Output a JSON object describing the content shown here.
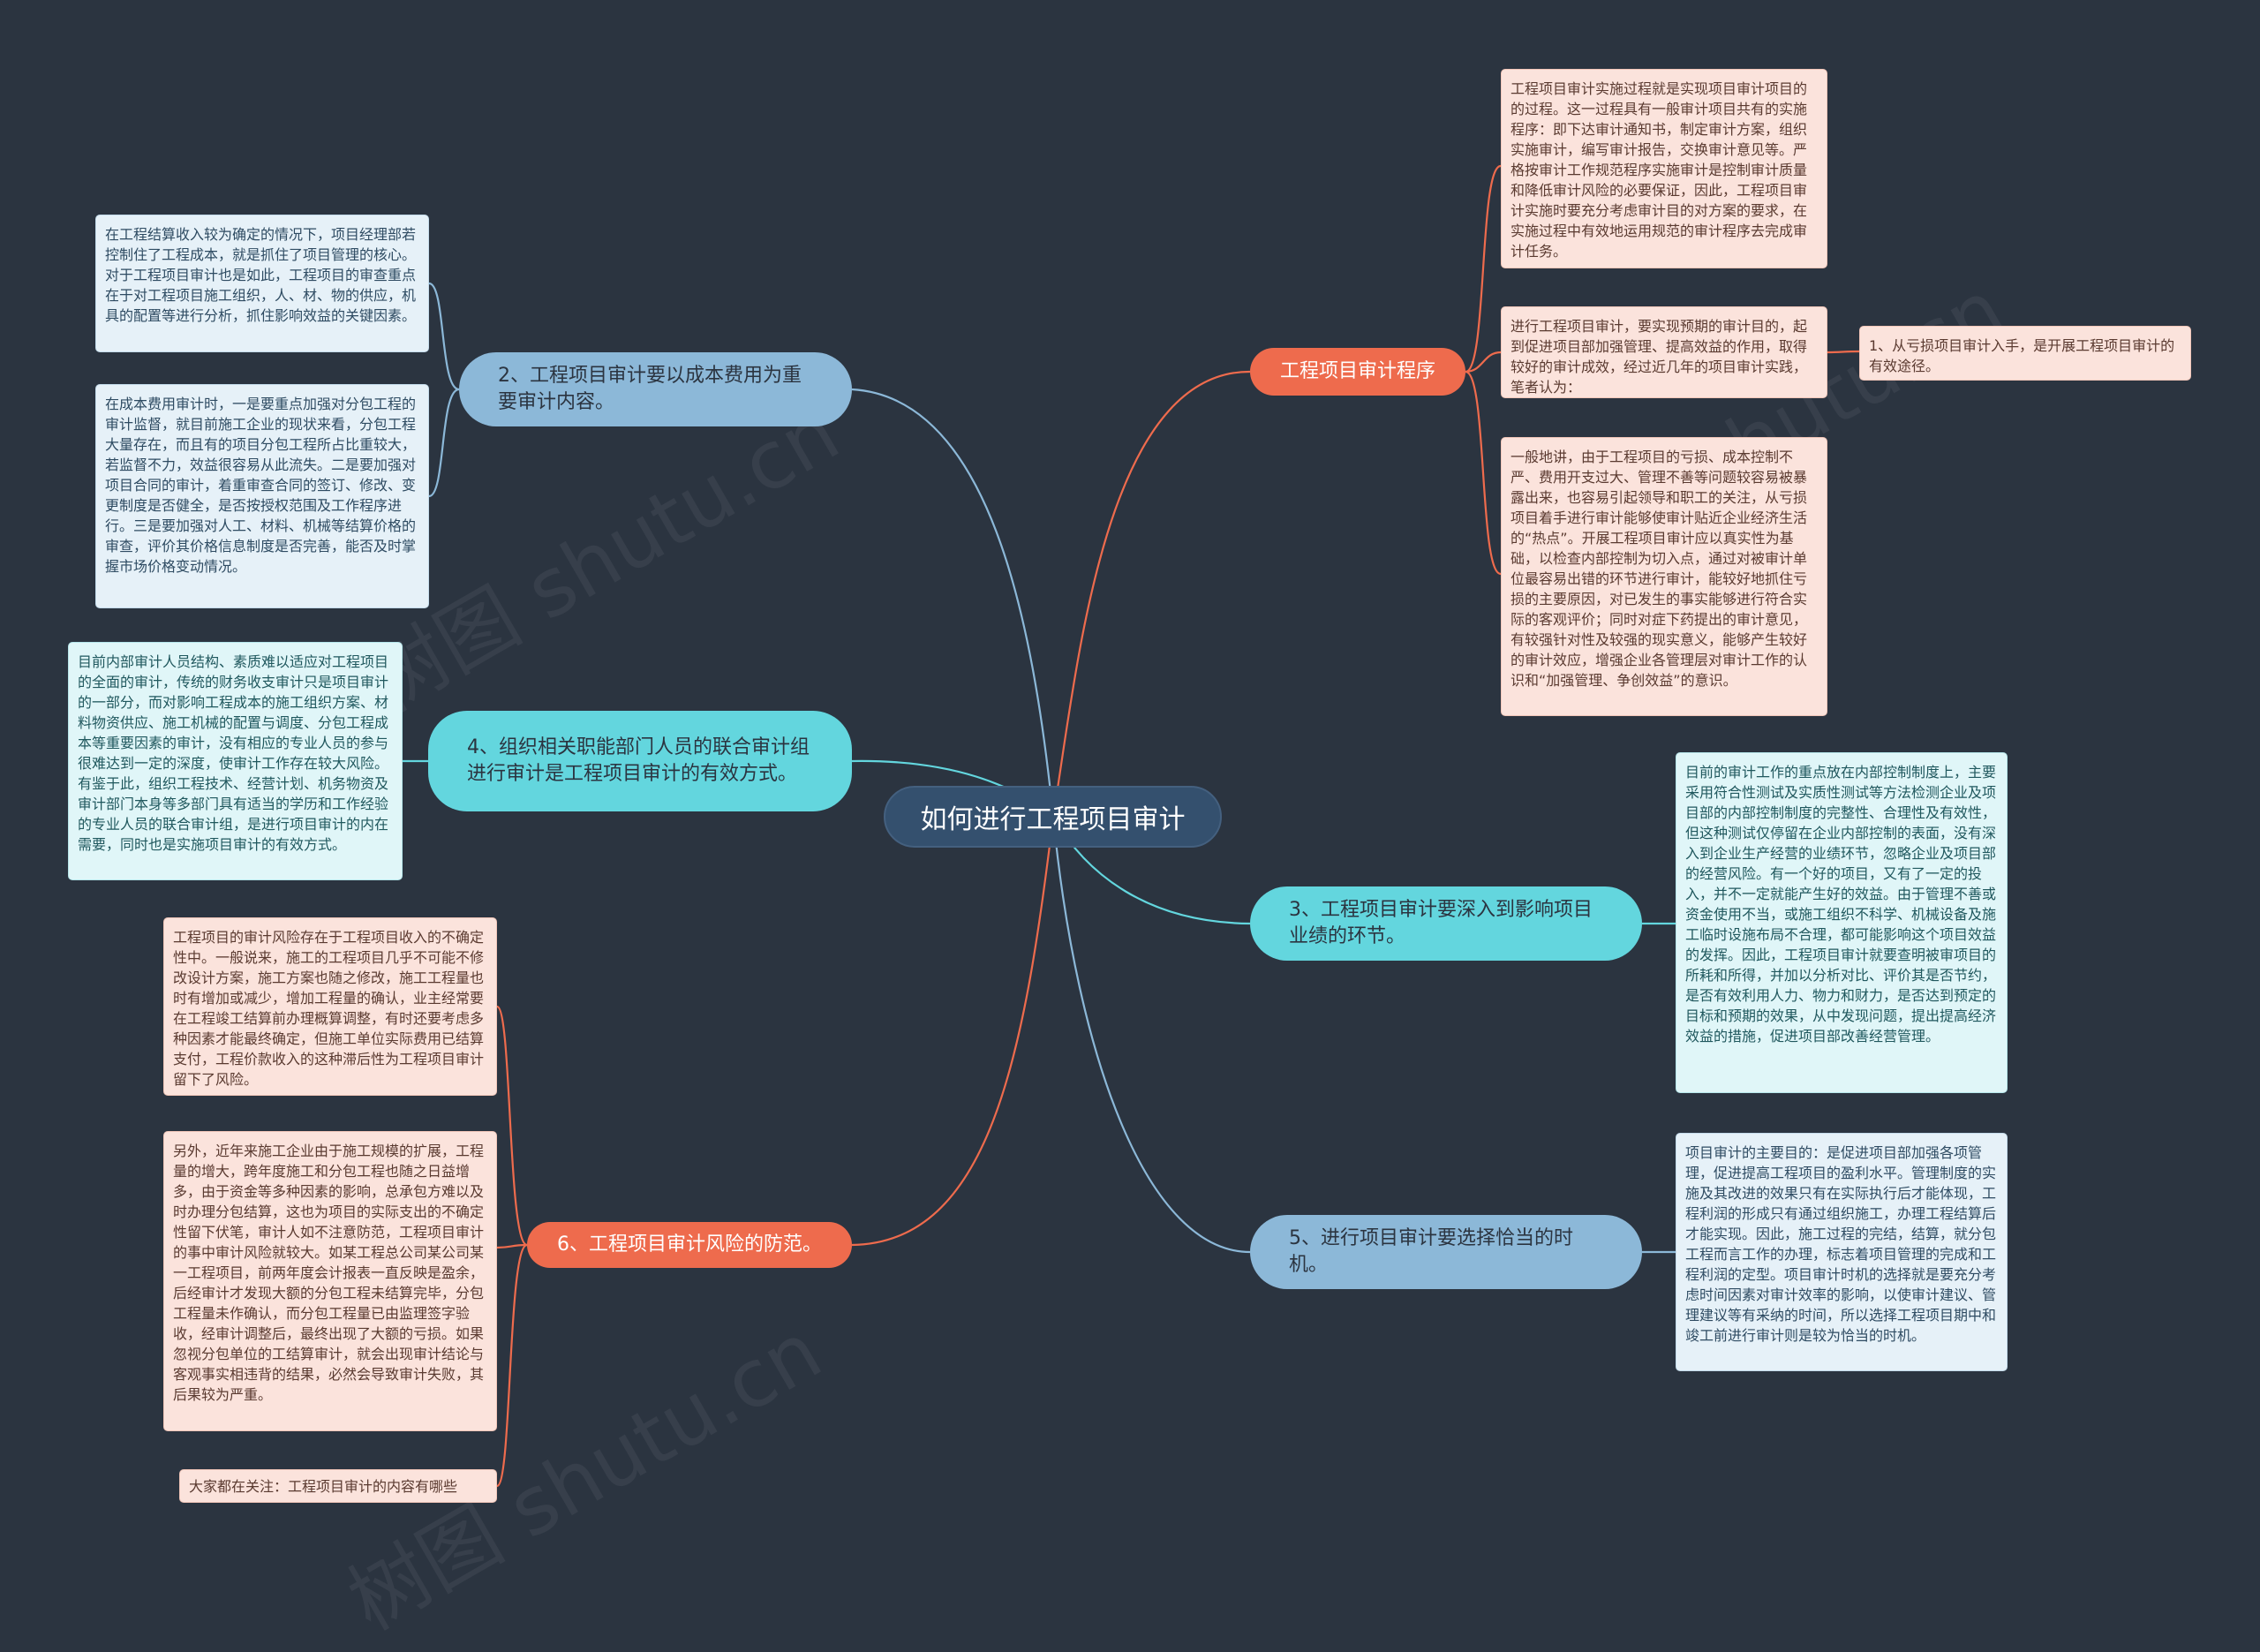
{
  "center": {
    "label": "如何进行工程项目审计"
  },
  "colors": {
    "background": "#2b3440",
    "center": "#34506e",
    "red": "#ee6b4d",
    "blue": "#8cb8d8",
    "cyan": "#63d6de"
  },
  "branches": {
    "b1": {
      "label": "工程项目审计程序"
    },
    "b2": {
      "label": "2、工程项目审计要以成本费用为重要审计内容。"
    },
    "b3": {
      "label": "3、工程项目审计要深入到影响项目业绩的环节。"
    },
    "b4": {
      "label": "4、组织相关职能部门人员的联合审计组进行审计是工程项目审计的有效方式。"
    },
    "b5": {
      "label": "5、进行项目审计要选择恰当的时机。"
    },
    "b6": {
      "label": "6、工程项目审计风险的防范。"
    }
  },
  "leaves": {
    "b1a": "工程项目审计实施过程就是实现项目审计项目的的过程。这一过程具有一般审计项目共有的实施程序：即下达审计通知书，制定审计方案，组织实施审计，编写审计报告，交换审计意见等。严格按审计工作规范程序实施审计是控制审计质量和降低审计风险的必要保证，因此，工程项目审计实施时要充分考虑审计目的对方案的要求，在实施过程中有效地运用规范的审计程序去完成审计任务。",
    "b1b": "进行工程项目审计，要实现预期的审计目的，起到促进项目部加强管理、提高效益的作用，取得较好的审计成效，经过近几年的项目审计实践，笔者认为：",
    "b1b1": "1、从亏损项目审计入手，是开展工程项目审计的有效途径。",
    "b1c": "一般地讲，由于工程项目的亏损、成本控制不严、费用开支过大、管理不善等问题较容易被暴露出来，也容易引起领导和职工的关注，从亏损项目着手进行审计能够使审计贴近企业经济生活的“热点”。开展工程项目审计应以真实性为基础，以检查内部控制为切入点，通过对被审计单位最容易出错的环节进行审计，能较好地抓住亏损的主要原因，对已发生的事实能够进行符合实际的客观评价；同时对症下药提出的审计意见，有较强针对性及较强的现实意义，能够产生较好的审计效应，增强企业各管理层对审计工作的认识和“加强管理、争创效益”的意识。",
    "b2a": "在工程结算收入较为确定的情况下，项目经理部若控制住了工程成本，就是抓住了项目管理的核心。对于工程项目审计也是如此，工程项目的审查重点在于对工程项目施工组织，人、材、物的供应，机具的配置等进行分析，抓住影响效益的关键因素。",
    "b2b": "在成本费用审计时，一是要重点加强对分包工程的审计监督，就目前施工企业的现状来看，分包工程大量存在，而且有的项目分包工程所占比重较大，若监督不力，效益很容易从此流失。二是要加强对项目合同的审计，着重审查合同的签订、修改、变更制度是否健全，是否按授权范围及工作程序进行。三是要加强对人工、材料、机械等结算价格的审查，评价其价格信息制度是否完善，能否及时掌握市场价格变动情况。",
    "b3a": "目前的审计工作的重点放在内部控制制度上，主要采用符合性测试及实质性测试等方法检测企业及项目部的内部控制制度的完整性、合理性及有效性，但这种测试仅停留在企业内部控制的表面，没有深入到企业生产经营的业绩环节，忽略企业及项目部的经营风险。有一个好的项目，又有了一定的投入，并不一定就能产生好的效益。由于管理不善或资金使用不当，或施工组织不科学、机械设备及施工临时设施布局不合理，都可能影响这个项目效益的发挥。因此，工程项目审计就要查明被审项目的所耗和所得，并加以分析对比、评价其是否节约，是否有效利用人力、物力和财力，是否达到预定的目标和预期的效果，从中发现问题，提出提高经济效益的措施，促进项目部改善经营管理。",
    "b4a": "目前内部审计人员结构、素质难以适应对工程项目的全面的审计，传统的财务收支审计只是项目审计的一部分，而对影响工程成本的施工组织方案、材料物资供应、施工机械的配置与调度、分包工程成本等重要因素的审计，没有相应的专业人员的参与很难达到一定的深度，使审计工作存在较大风险。有鉴于此，组织工程技术、经营计划、机务物资及审计部门本身等多部门具有适当的学历和工作经验的专业人员的联合审计组，是进行项目审计的内在需要，同时也是实施项目审计的有效方式。",
    "b5a": "项目审计的主要目的：是促进项目部加强各项管理，促进提高工程项目的盈利水平。管理制度的实施及其改进的效果只有在实际执行后才能体现，工程利润的形成只有通过组织施工，办理工程结算后才能实现。因此，施工过程的完结，结算，就分包工程而言工作的办理，标志着项目管理的完成和工程利润的定型。项目审计时机的选择就是要充分考虑时间因素对审计效率的影响，以使审计建议、管理建议等有采纳的时间，所以选择工程项目期中和竣工前进行审计则是较为恰当的时机。",
    "b6a": "工程项目的审计风险存在于工程项目收入的不确定性中。一般说来，施工的工程项目几乎不可能不修改设计方案，施工方案也随之修改，施工工程量也时有增加或减少，增加工程量的确认，业主经常要在工程竣工结算前办理概算调整，有时还要考虑多种因素才能最终确定，但施工单位实际费用已结算支付，工程价款收入的这种滞后性为工程项目审计留下了风险。",
    "b6b": "另外，近年来施工企业由于施工规模的扩展，工程量的增大，跨年度施工和分包工程也随之日益增多，由于资金等多种因素的影响，总承包方难以及时办理分包结算，这也为项目的实际支出的不确定性留下伏笔，审计人如不注意防范，工程项目审计的事中审计风险就较大。如某工程总公司某公司某一工程项目，前两年度会计报表一直反映是盈余，后经审计才发现大额的分包工程未结算完毕，分包工程量未作确认，而分包工程量已由监理签字验收，经审计调整后，最终出现了大额的亏损。如果忽视分包单位的工结算审计，就会出现审计结论与客观事实相违背的结果，必然会导致审计失败，其后果较为严重。",
    "b6c": "大家都在关注：工程项目审计的内容有哪些"
  }
}
